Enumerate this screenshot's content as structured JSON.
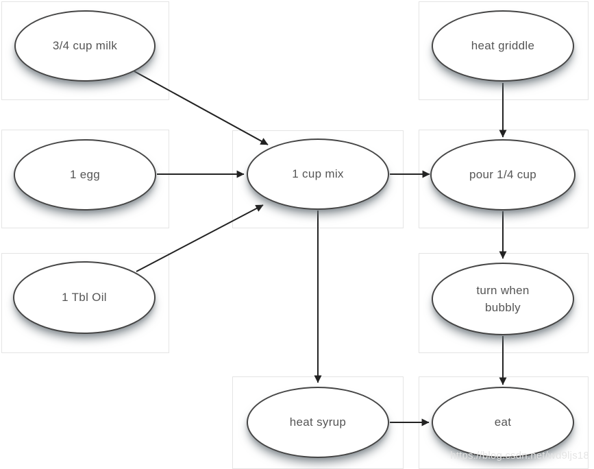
{
  "diagram": {
    "type": "flowchart",
    "description": "Pancake recipe flowchart",
    "nodes": {
      "milk": {
        "label": "3/4 cup milk"
      },
      "griddle": {
        "label": "heat griddle"
      },
      "egg": {
        "label": "1 egg"
      },
      "mix": {
        "label": "1 cup mix"
      },
      "pour": {
        "label": "pour 1/4 cup"
      },
      "oil": {
        "label": "1 Tbl Oil"
      },
      "turn": {
        "label": "turn when bubbly"
      },
      "syrup": {
        "label": "heat syrup"
      },
      "eat": {
        "label": "eat"
      }
    },
    "edges": [
      {
        "from": "milk",
        "to": "mix"
      },
      {
        "from": "egg",
        "to": "mix"
      },
      {
        "from": "oil",
        "to": "mix"
      },
      {
        "from": "griddle",
        "to": "pour"
      },
      {
        "from": "mix",
        "to": "pour"
      },
      {
        "from": "pour",
        "to": "turn"
      },
      {
        "from": "turn",
        "to": "eat"
      },
      {
        "from": "mix",
        "to": "syrup"
      },
      {
        "from": "syrup",
        "to": "eat"
      }
    ],
    "colors": {
      "node_fill": "#ffffff",
      "node_border": "#454545",
      "text": "#555555",
      "arrow": "#222222",
      "tile_border": "#e4e4e4",
      "background": "#ffffff"
    }
  },
  "watermark": {
    "text": "https://blog.csdn.net/wd9ljs18"
  }
}
